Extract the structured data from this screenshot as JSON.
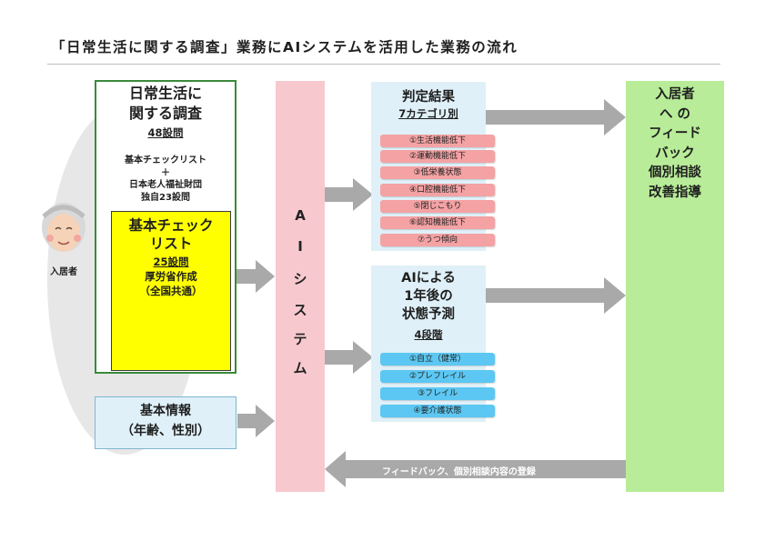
{
  "title": "「日常生活に関する調査」業務にAIシステムを活用した業務の流れ",
  "survey": {
    "heading_line1": "日常生活に",
    "heading_line2": "関する調査",
    "count": "48設問",
    "sub_line1": "基本チェックリスト",
    "sub_plus": "＋",
    "sub_line2": "日本老人福祉財団",
    "sub_line3": "独自23設問"
  },
  "checklist": {
    "line1": "基本チェック",
    "line2": "リスト",
    "count": "25設問",
    "source": "厚労省作成",
    "scope": "（全国共通）"
  },
  "basic_info": {
    "line1": "基本情報",
    "line2": "（年齢、性別）"
  },
  "resident_label": "入居者",
  "ai_system": [
    "A",
    "I",
    "シ",
    "ス",
    "テ",
    "ム"
  ],
  "judgment": {
    "title": "判定結果",
    "subtitle": "7カテゴリ別",
    "items": [
      "①生活機能低下",
      "②運動機能低下",
      "③低栄養状態",
      "④口腔機能低下",
      "⑤閉じこもり",
      "⑥認知機能低下",
      "⑦うつ傾向"
    ]
  },
  "prediction": {
    "line1": "AIによる",
    "line2": "1年後の",
    "line3": "状態予測",
    "subtitle": "4段階",
    "items": [
      "①自立（健常）",
      "②プレフレイル",
      "③フレイル",
      "④要介護状態"
    ]
  },
  "feedback_target": {
    "lines": [
      "入居者",
      "へ の",
      "フィード",
      "バック",
      "個別相談",
      "改善指導"
    ]
  },
  "feedback_arrow_label": "フィードバック、個別相談内容の登録",
  "colors": {
    "ai_column": "#f7c9cf",
    "resident_column": "#b8ec98",
    "result_box": "#dff0f8",
    "red_pill": "#f4a2a4",
    "blue_pill": "#5cc7f2",
    "checklist_fill": "#ffff00",
    "arrow": "#a9a9a9"
  }
}
